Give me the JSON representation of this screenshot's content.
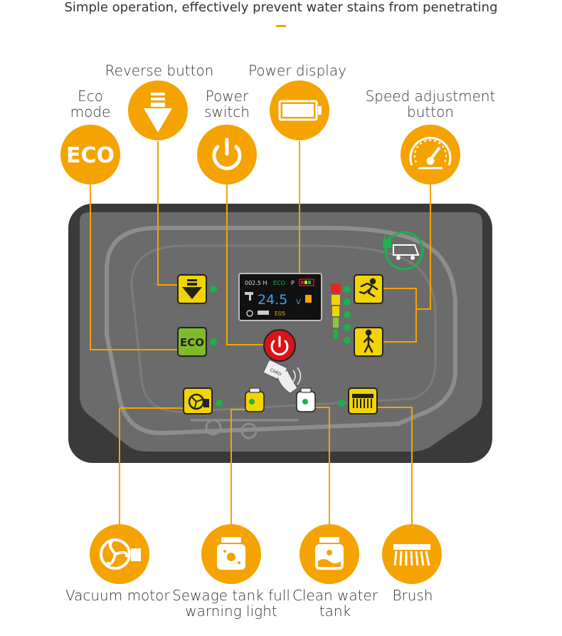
{
  "headline": "Simple operation, effectively prevent water stains from penetrating",
  "top_features": {
    "eco_mode": "Eco\nmode",
    "reverse_button": "Reverse button",
    "power_switch": "Power\nswitch",
    "power_display": "Power display",
    "speed_adjustment": "Speed adjustment\nbutton"
  },
  "bottom_features": {
    "vacuum_motor": "Vacuum motor",
    "sewage_tank": "Sewage tank full\nwarning light",
    "clean_water_tank": "Clean water\ntank",
    "brush": "Brush"
  },
  "icons": {
    "eco_badge_text": "ECO",
    "panel_eco_text": "ECO"
  },
  "display": {
    "hours": "002.5 H",
    "mode": "ECO",
    "p_label": "P",
    "voltage": "24.5",
    "unit": "V",
    "code": "E05"
  },
  "card_text": "CARD",
  "colors": {
    "accent": "#f5a300",
    "panel_outer": "#3a3a3a",
    "panel_inner": "#6b6b6b",
    "button_yellow": "#f2d400",
    "power_red": "#d7141a",
    "led_green": "#1db34a",
    "display_blue": "#37a4f5"
  }
}
